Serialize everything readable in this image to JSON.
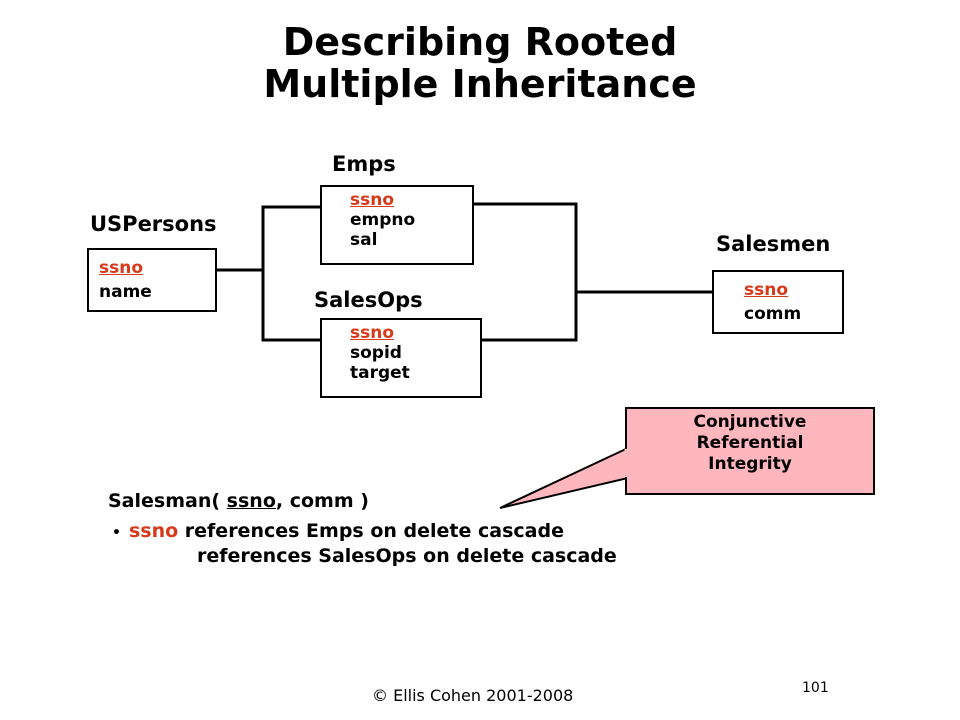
{
  "title_line1": "Describing Rooted",
  "title_line2": "Multiple Inheritance",
  "tables": {
    "uspersons": {
      "name": "USPersons",
      "fields": [
        "ssno",
        "name"
      ]
    },
    "emps": {
      "name": "Emps",
      "fields": [
        "ssno",
        "empno",
        "sal"
      ]
    },
    "salesops": {
      "name": "SalesOps",
      "fields": [
        "ssno",
        "sopid",
        "target"
      ]
    },
    "salesmen": {
      "name": "Salesmen",
      "fields": [
        "ssno",
        "comm"
      ]
    }
  },
  "callout": {
    "line1": "Conjunctive",
    "line2": "Referential",
    "line3": "Integrity"
  },
  "schema": {
    "prefix": "Salesman(",
    "key": "ssno",
    "suffix": ", comm )",
    "bullet": "•",
    "ref1_key": "ssno",
    "ref1_text": "references Emps on delete cascade",
    "ref2_text": "references SalesOps on delete cascade"
  },
  "footer": {
    "copyright": "© Ellis Cohen 2001-2008",
    "page": "101"
  },
  "colors": {
    "key": "#d63a1a",
    "callout_fill": "#ffb6bd"
  }
}
